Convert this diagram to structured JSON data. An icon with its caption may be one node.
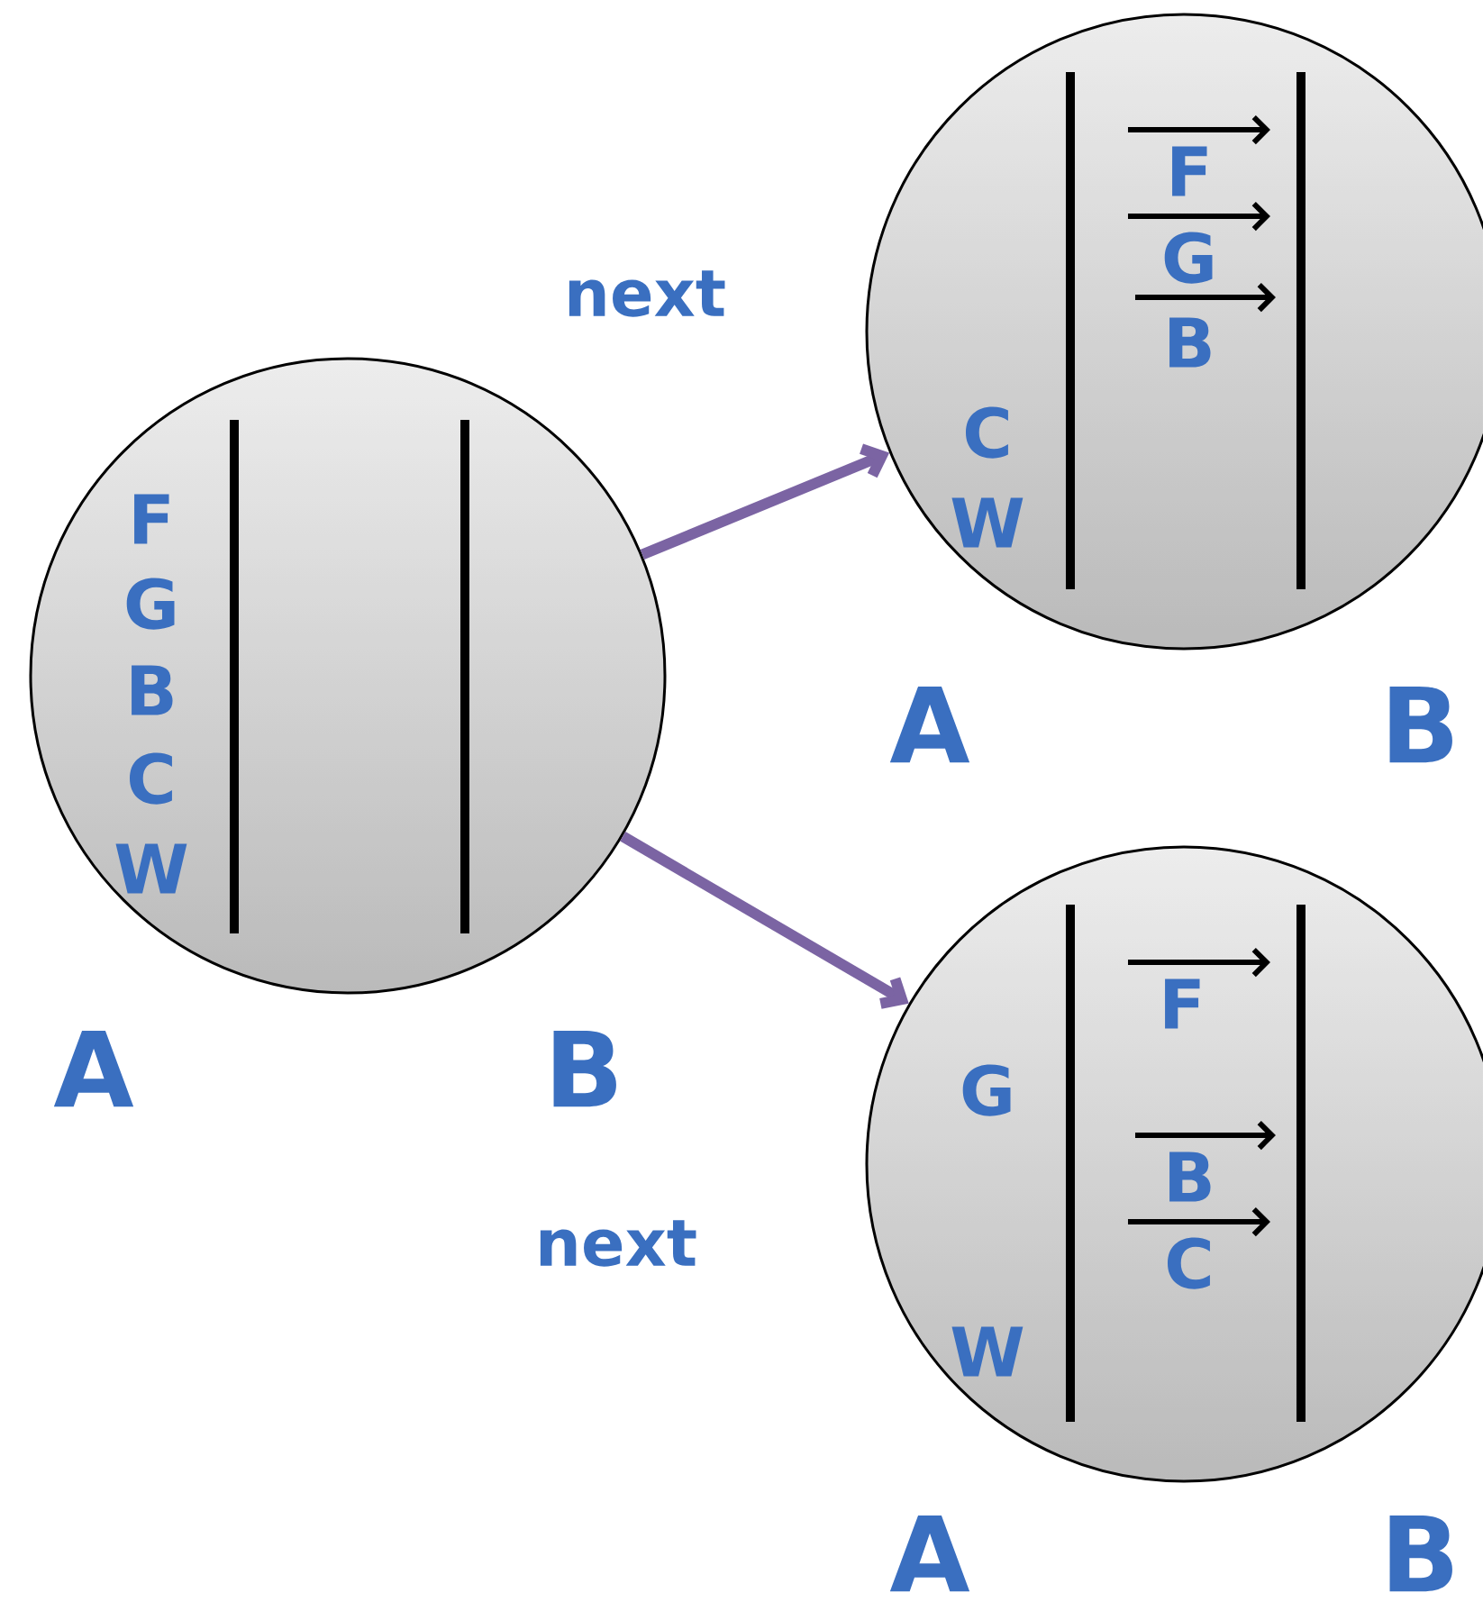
{
  "diagram": {
    "nodes": [
      {
        "text": [
          "F",
          "G",
          "B",
          "C",
          "W"
        ],
        "beside": [
          "A",
          "B"
        ]
      },
      {
        "text": [
          "F",
          "G",
          "B",
          "C",
          "W"
        ],
        "beside": [
          "A",
          "B"
        ]
      },
      {
        "text": [
          "F",
          "G",
          "B",
          "C",
          "W"
        ],
        "beside": [
          "A",
          "B"
        ]
      }
    ],
    "edges": [
      {
        "from": 0,
        "to": 1,
        "arrow": "to",
        "label": "next"
      },
      {
        "from": 0,
        "to": 2,
        "arrow": "to",
        "label": "next"
      }
    ]
  }
}
